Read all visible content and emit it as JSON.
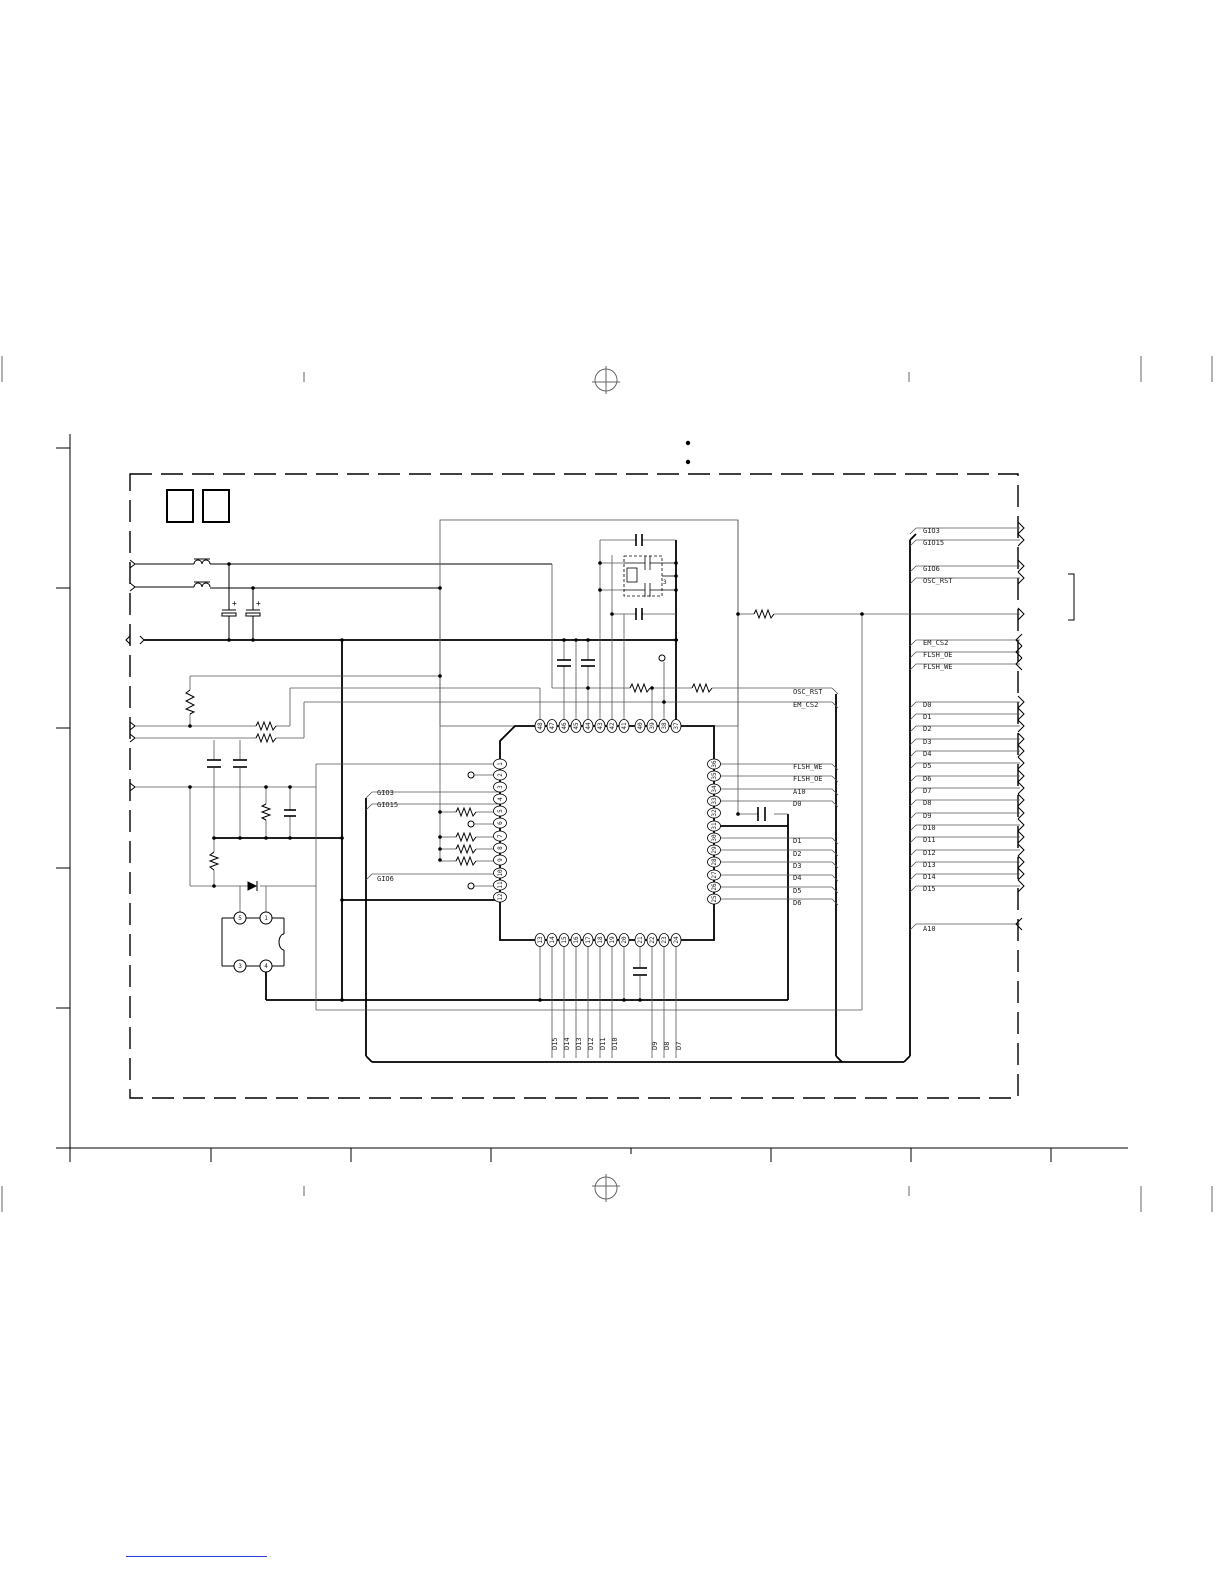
{
  "diagram": {
    "type": "schematic",
    "left_nets": [
      "",
      "",
      "",
      "",
      "",
      ""
    ],
    "right_nets": [
      "GIO3",
      "GIO15",
      "GIO6",
      "OSC_RST",
      "EM_CS2",
      "FLSH_OE",
      "FLSH_WE",
      "D0",
      "D1",
      "D2",
      "D3",
      "D4",
      "D5",
      "D6",
      "D7",
      "D8",
      "D9",
      "D10",
      "D11",
      "D12",
      "D13",
      "D14",
      "D15",
      "A10"
    ],
    "ic_right_labels": [
      "OSC_RST",
      "EM_CS2",
      "FLSH_WE",
      "FLSH_OE",
      "A10",
      "D0",
      "D1",
      "D2",
      "D3",
      "D4",
      "D5",
      "D6"
    ],
    "ic_left_labels": [
      "GIO3",
      "GIO15",
      "GIO6"
    ],
    "bottom_labels": [
      "D15",
      "D14",
      "D13",
      "D12",
      "D11",
      "D10",
      "D9",
      "D8",
      "D7"
    ],
    "ic_top_pins": [
      "48",
      "47",
      "46",
      "45",
      "44",
      "43",
      "42",
      "41",
      "40",
      "39",
      "38",
      "37"
    ],
    "ic_left_pins": [
      "1",
      "2",
      "3",
      "4",
      "5",
      "6",
      "7",
      "8",
      "9",
      "10",
      "11",
      "12"
    ],
    "ic_bottom_pins": [
      "13",
      "14",
      "15",
      "16",
      "17",
      "18",
      "19",
      "20",
      "21",
      "22",
      "23",
      "24"
    ],
    "ic_right_pins": [
      "36",
      "35",
      "34",
      "33",
      "32",
      "31",
      "30",
      "29",
      "28",
      "27",
      "26",
      "25"
    ],
    "switch_pins": [
      "5",
      "1",
      "3",
      "4"
    ],
    "crystal_pin": "3"
  }
}
